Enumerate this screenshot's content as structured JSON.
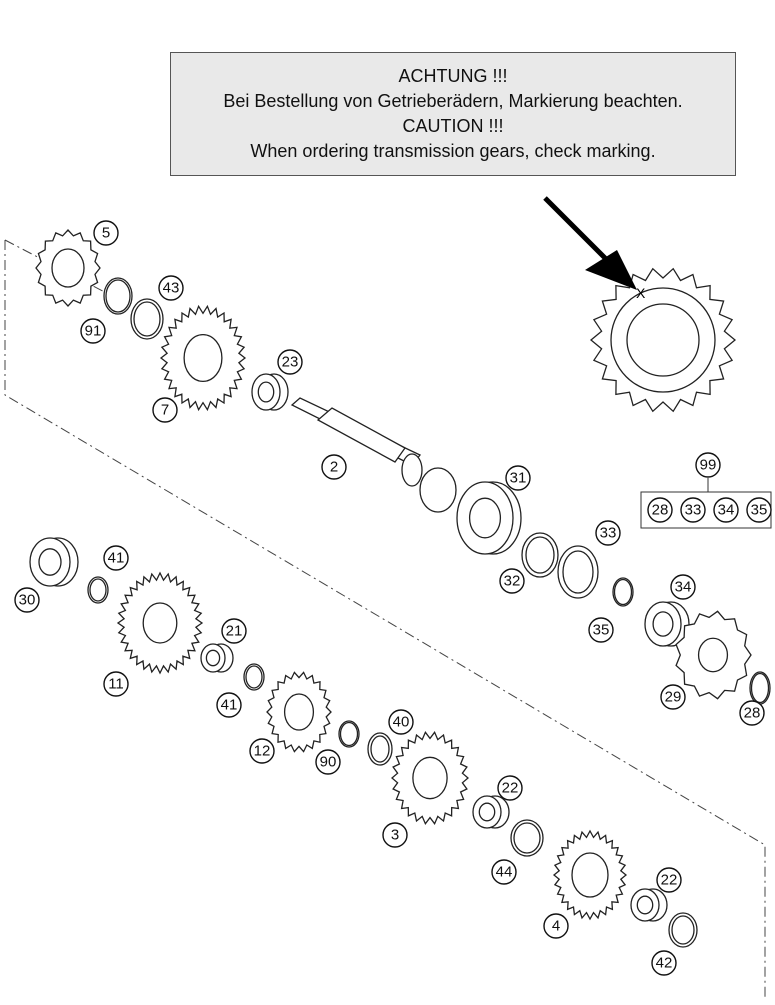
{
  "caution": {
    "line1": "ACHTUNG !!!",
    "line2": "Bei Bestellung von Getrieberädern, Markierung beachten.",
    "line3": "CAUTION !!!",
    "line4": "When ordering transmission gears, check marking."
  },
  "mark_label": "X",
  "set_label": "99",
  "set_items": [
    "28",
    "33",
    "34",
    "35"
  ],
  "callouts": [
    "5",
    "43",
    "91",
    "7",
    "23",
    "2",
    "31",
    "33",
    "32",
    "35",
    "34",
    "29",
    "28",
    "30",
    "41",
    "11",
    "21",
    "41",
    "12",
    "90",
    "40",
    "3",
    "22",
    "44",
    "4",
    "22",
    "42"
  ]
}
